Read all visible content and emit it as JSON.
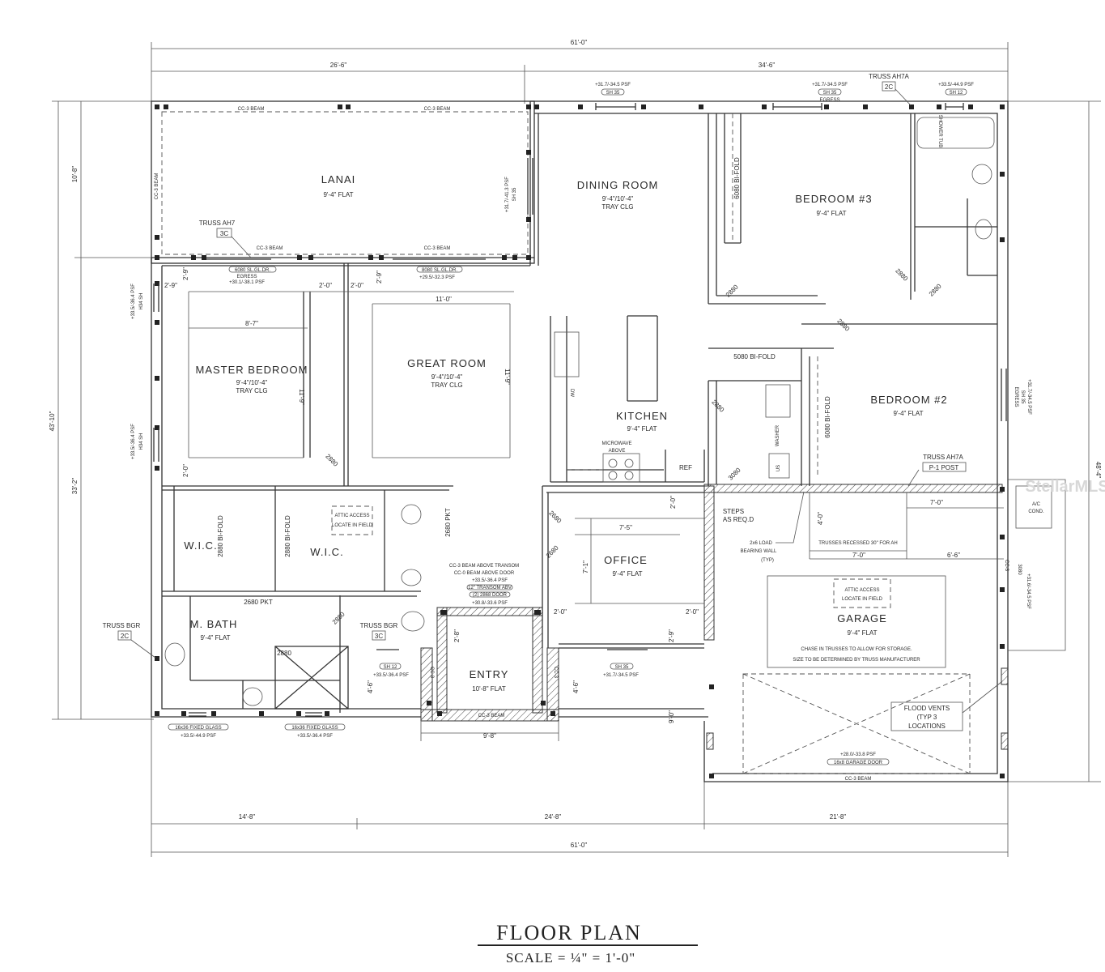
{
  "overall_dims": {
    "top_total": "61'-0\"",
    "top_left": "26'-6\"",
    "top_right": "34'-6\"",
    "left_total": "43'-10\"",
    "left_upper": "10'-8\"",
    "left_lower": "33'-2\"",
    "right_total": "48'-4\"",
    "bottom_a": "14'-8\"",
    "bottom_b": "24'-8\"",
    "bottom_c": "21'-8\"",
    "bottom_total": "61'-0\""
  },
  "rooms": {
    "lanai": {
      "name": "LANAI",
      "ceiling": "9'-4\" FLAT"
    },
    "dining": {
      "name": "DINING ROOM",
      "ceiling": "9'-4\"/10'-4\"",
      "note": "TRAY CLG"
    },
    "bedroom3": {
      "name": "BEDROOM #3",
      "ceiling": "9'-4\" FLAT"
    },
    "master": {
      "name": "MASTER BEDROOM",
      "ceiling": "9'-4\"/10'-4\"",
      "note": "TRAY CLG"
    },
    "great": {
      "name": "GREAT ROOM",
      "ceiling": "9'-4\"/10'-4\"",
      "note": "TRAY CLG"
    },
    "kitchen": {
      "name": "KITCHEN",
      "ceiling": "9'-4\" FLAT"
    },
    "bedroom2": {
      "name": "BEDROOM #2",
      "ceiling": "9'-4\" FLAT"
    },
    "wic1": {
      "name": "W.I.C."
    },
    "wic2": {
      "name": "W.I.C."
    },
    "office": {
      "name": "OFFICE",
      "ceiling": "9'-4\" FLAT"
    },
    "mbath": {
      "name": "M. BATH",
      "ceiling": "9'-4\" FLAT"
    },
    "entry": {
      "name": "ENTRY",
      "ceiling": "10'-8\" FLAT"
    },
    "garage": {
      "name": "GARAGE",
      "ceiling": "9'-4\" FLAT"
    }
  },
  "notes": {
    "cc3_beam": "CC-3 BEAM",
    "cc3": "CC-3",
    "truss_ah7": "TRUSS AH7",
    "tag_3c": "3C",
    "tag_2c": "2C",
    "truss_ah7a": "TRUSS AH7A",
    "truss_bgr": "TRUSS BGR",
    "p1_post": "P-1 POST",
    "door_6080_sl": "6080 SL.GL.DR.",
    "egress": "EGRESS",
    "psf_301": "+30.1/-38.1 PSF",
    "door_8080_sl": "8080 SL.GL.DR.",
    "psf_295": "+29.5/-32.3 PSF",
    "psf_317_413": "+31.7/-41.3 PSF",
    "sh35": "SH 35",
    "sh12": "SH 12",
    "h34sh": "H34 SH",
    "psf_317_345": "+31.7/-34.5 PSF",
    "psf_335_449": "+33.5/-44.9 PSF",
    "psf_335_364": "+33.5/-36.4 PSF",
    "psf_308": "+30.8/-33.6 PSF",
    "psf_316": "+31.6/-34.5 PSF",
    "psf_280": "+28.0/-33.8 PSF",
    "bifold_6080": "6080 BI-FOLD",
    "bifold_5080": "5080 BI-FOLD",
    "bifold_2880": "2880 BI-FOLD",
    "d2880": "2880",
    "d2680": "2680",
    "d3080": "3080",
    "pkt_2680": "2680 PKT",
    "shower_tub": "SHOWER TUB",
    "dw": "DW",
    "microwave": "MICROWAVE",
    "above": "ABOVE",
    "ref": "REF",
    "washer": "WASHER",
    "us": "US",
    "attic1": "ATTIC ACCESS",
    "attic2": "LOCATE IN FIELD",
    "beam_transom": "CC-3 BEAM ABOVE TRANSOM",
    "beam_door": "CC-0 BEAM ABOVE DOOR",
    "transom": "12\" TRANSOM ABV",
    "entry_door": "(2) 2868 DOOR",
    "steps1": "STEPS",
    "steps2": "AS REQ.D",
    "lbw1": "2x6 LOAD",
    "lbw2": "BEARING WALL",
    "lbw3": "(TYP)",
    "trusses_recessed": "TRUSSES RECESSED 30\" FOR AH",
    "ac1": "A/C",
    "ac2": "COND.",
    "chase1": "CHASE IN TRUSSES TO ALLOW FOR STORAGE.",
    "chase2": "SIZE TO BE DETERMINED BY TRUSS MANUFACTURER",
    "flood1": "FLOOD VENTS",
    "flood2": "(TYP 3",
    "flood3": "LOCATIONS",
    "garage_door": "16x8 GARAGE DOOR",
    "fixed_glass": "16x36 FIXED GLASS"
  },
  "dims": {
    "d2_9": "2'-9\"",
    "d2_0": "2'-0\"",
    "d11_0": "11'-0\"",
    "d8_7": "8'-7\"",
    "d11_9": "11'-9\"",
    "d7_5": "7'-5\"",
    "d7_1": "7'-1\"",
    "d2_8": "2'-8\"",
    "d4_6": "4'-6\"",
    "d9_8": "9'-8\"",
    "d9_0": "9'-0\"",
    "d4_0": "4'-0\"",
    "d7_0": "7'-0\"",
    "d6_6": "6'-6\""
  },
  "title": {
    "main": "FLOOR PLAN",
    "scale": "SCALE = ¼\" = 1'-0\""
  },
  "watermark": "StellarMLS"
}
